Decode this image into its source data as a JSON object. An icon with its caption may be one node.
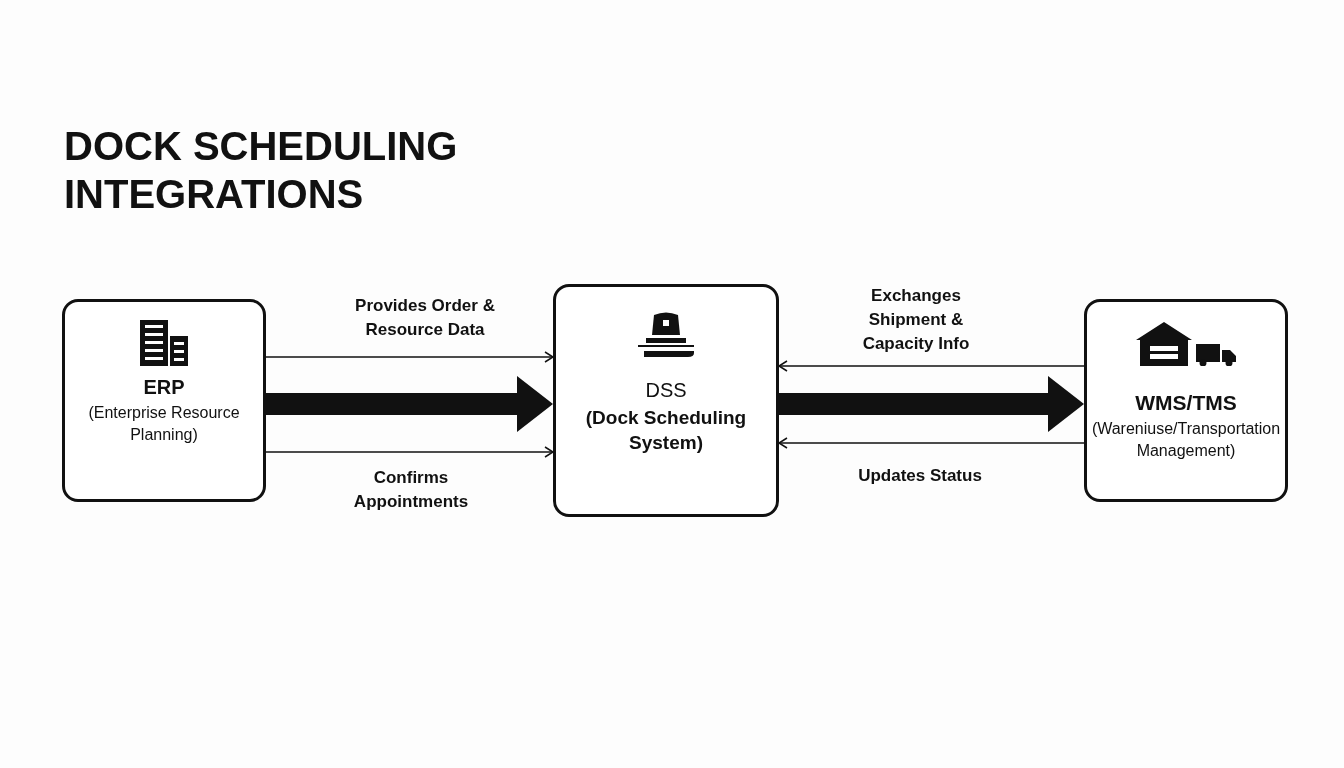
{
  "diagram": {
    "title": "DOCK SCHEDULING INTEGRATIONS",
    "nodes": [
      {
        "text": [
          "ERP",
          "(Enterprise Resource Planning)"
        ]
      },
      {
        "text": [
          "DSS",
          "(Dock Scheduling System)"
        ]
      },
      {
        "text": [
          "WMS/TMS",
          "(Wareniuse/Transportation Management)"
        ]
      }
    ],
    "edges": [
      {
        "from": 0,
        "to": 1,
        "arrow": "to",
        "label": "Provides Order & Resource Data"
      },
      {
        "from": 0,
        "to": 1,
        "arrow": "to",
        "style": "thick"
      },
      {
        "from": 0,
        "to": 1,
        "arrow": "to",
        "label": "Confirms Appointments"
      },
      {
        "from": 2,
        "to": 1,
        "arrow": "to",
        "label": "Exchanges Shipment & Capacity Info"
      },
      {
        "from": 1,
        "to": 2,
        "arrow": "to",
        "style": "thick"
      },
      {
        "from": 2,
        "to": 1,
        "arrow": "to",
        "label": "Updates Status"
      }
    ]
  }
}
